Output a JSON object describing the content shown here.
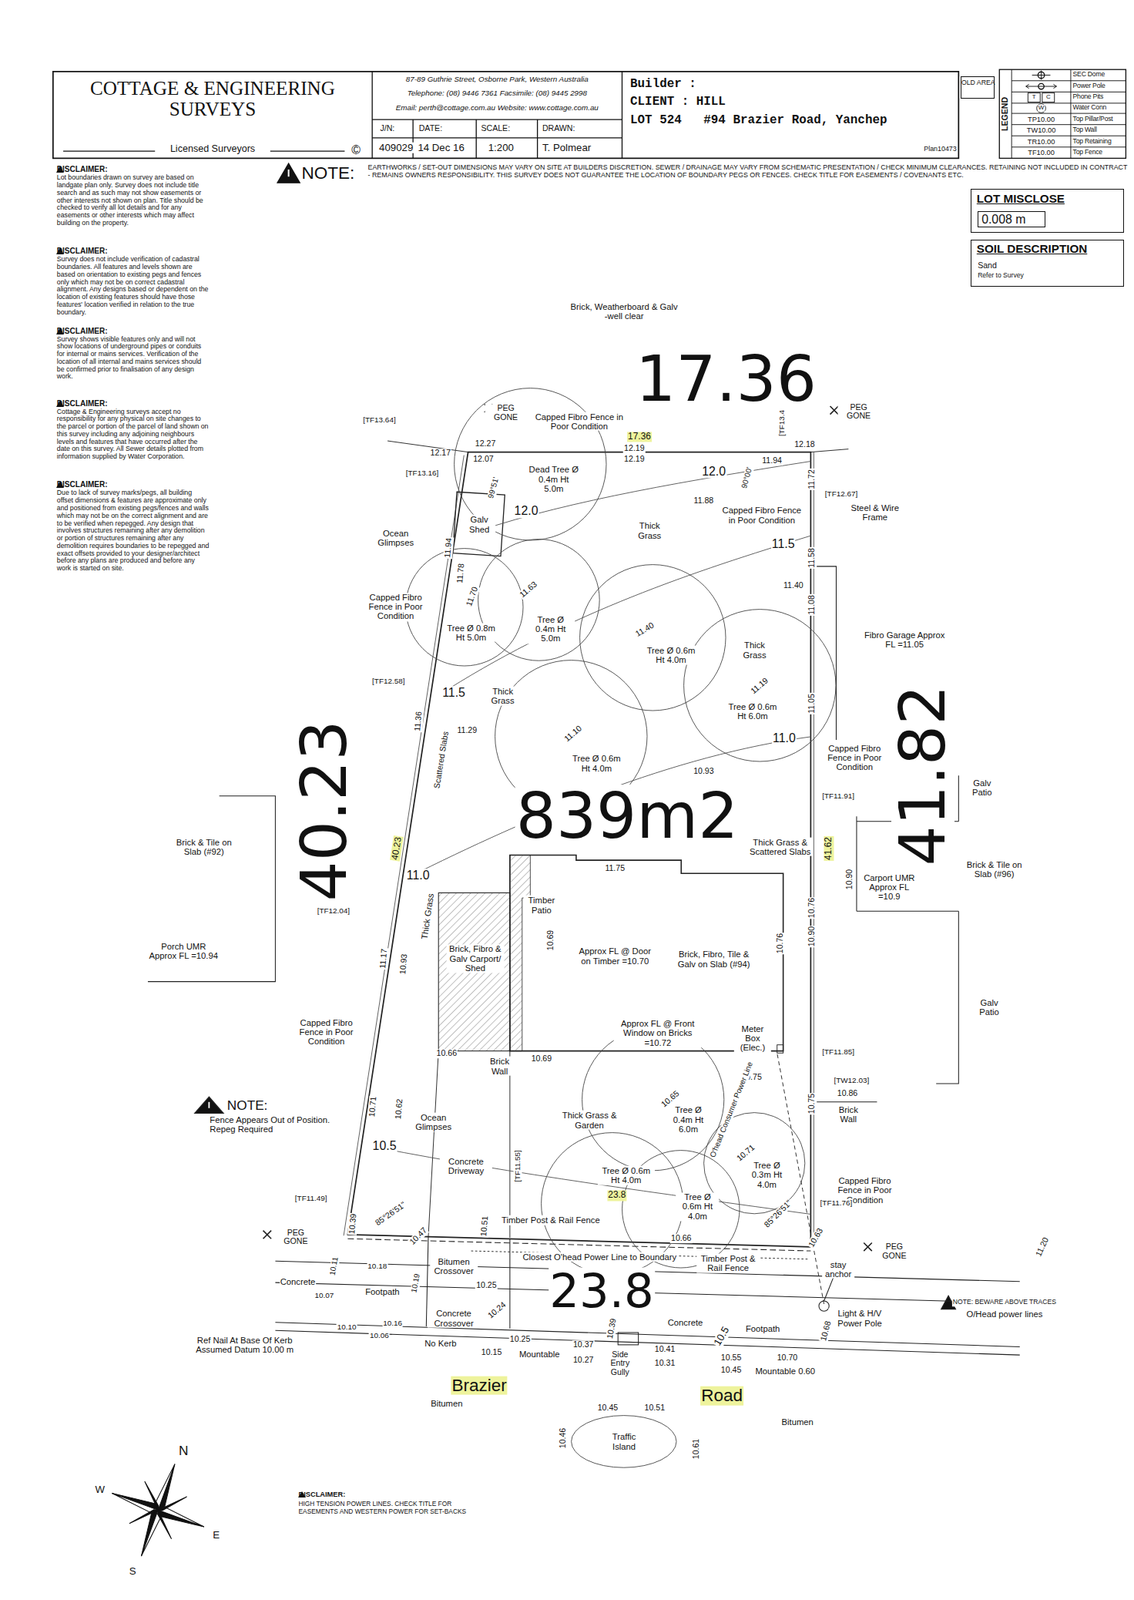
{
  "diagram": {
    "nodes": [
      {
        "text": [
          "COTTAGE & ENGINEERING SURVEYS",
          "Licensed Surveyors"
        ]
      },
      {
        "text": [
          "87-89 Guthrie Street, Osborne Park, Western Australia",
          "Telephone: (08) 9446 7361  Facsimile: (08) 9445 2998",
          "Email: perth@cottage.com.au  Website: www.cottage.com.au"
        ]
      },
      {
        "text": [
          "Builder :",
          "CLIENT : HILL",
          "LOT 524   #94 Brazier Road, Yanchep",
          "Plan10473"
        ]
      },
      {
        "text": [
          "OLD AREA"
        ]
      },
      {
        "text": [
          "LOT MISCLOSE",
          "0.008 m"
        ]
      },
      {
        "text": [
          "SOIL DESCRIPTION",
          "Sand",
          "Refer to Survey"
        ]
      },
      {
        "text": [
          "Dead Tree Ø 0.4m Ht 5.0m"
        ]
      },
      {
        "text": [
          "Tree Ø 0.8m Ht 5.0m"
        ]
      },
      {
        "text": [
          "Tree Ø 0.4m Ht 5.0m"
        ]
      },
      {
        "text": [
          "Tree Ø 0.6m Ht 4.0m"
        ]
      },
      {
        "text": [
          "Tree Ø 0.6m Ht 6.0m"
        ]
      },
      {
        "text": [
          "Tree Ø 0.6m Ht 4.0m"
        ]
      },
      {
        "text": [
          "Tree Ø 0.4m Ht 6.0m"
        ]
      },
      {
        "text": [
          "Tree Ø 0.6m Ht 4.0m"
        ]
      },
      {
        "text": [
          "Tree Ø 0.6m Ht 4.0m"
        ]
      },
      {
        "text": [
          "Tree Ø 0.3m Ht 4.0m"
        ]
      },
      {
        "text": [
          "Traffic Island"
        ]
      }
    ],
    "labels": [
      "©",
      "J/N:",
      "409029",
      "DATE:",
      "14 Dec 16",
      "SCALE:",
      "1:200",
      "DRAWN:",
      "T. Polmear",
      "LEGEND",
      "T",
      "C",
      "W",
      "TP10.00",
      "TW10.00",
      "TR10.00",
      "TF10.00",
      "NOTE:",
      "EARTHWORKS / SET-OUT DIMENSIONS MAY VARY ON SITE AT BUILDERS DISCRETION. SEWER / DRAINAGE MAY VARY FROM SCHEMATIC PRESENTATION / CHECK MINIMUM CLEARANCES. RETAINING NOT INCLUDED IN CONTRACT - REMAINS OWNERS RESPONSIBILITY. THIS SURVEY DOES NOT GUARANTEE THE LOCATION OF BOUNDARY PEGS OR FENCES. CHECK TITLE FOR EASEMENTS / COVENANTS ETC.",
      "DISCLAIMER:",
      "Lot boundaries drawn on survey are based on landgate plan only. Survey does not include title search and as such may not show easements or other interests not shown on plan. Title should be checked to verify all lot details and for any easements or other interests which may affect building on the property.",
      "DISCLAIMER:",
      "Survey does not include verification of cadastral boundaries. All features and levels shown are based on orientation to existing pegs and fences only which may not be on correct cadastral alignment. Any designs based or dependent on the location of existing features should have those features' location verified in relation to the true boundary.",
      "DISCLAIMER:",
      "Survey shows visible features only and will not show locations of underground pipes or conduits for internal or mains services. Verification of the location of all internal and mains services should be confirmed prior to finalisation of any design work.",
      "DISCLAIMER:",
      "Cottage & Engineering surveys accept no responsibility for any physical on site changes to the parcel or portion of the parcel of land shown on this survey including any adjoining neighbours levels and features that have occurred after the date on this survey. All Sewer details plotted from information supplied by Water Corporation.",
      "DISCLAIMER:",
      "Due to lack of survey marks/pegs, all building offset dimensions & features are approximate only and positioned from existing pegs/fences and walls which may not be on the correct alignment and are to be verified when repegged. Any design that involves structures remaining after any demolition or portion of structures remaining after any demolition requires boundaries to be repegged and exact offsets provided to your designer/architect before any plans are produced and before any work is started on site.",
      "Brick, Weatherboard & Galv -well clear",
      "17.36",
      "PEG GONE",
      "Capped Fibro Fence in Poor Condition",
      "PEG GONE",
      "[TF13.64]",
      "[TF13.4",
      "12.17",
      "12.27",
      "12.07",
      "17.36",
      "12.19",
      "12.19",
      "12.18",
      "11.94",
      "90°00'",
      "12.0",
      "11.88",
      "[TF13.16]",
      "99°51'",
      "12.0",
      "Galv Shed",
      "11.72",
      "[TF12.67]",
      "Steel & Wire Frame",
      "Capped Fibro Fence in Poor Condition",
      "Thick Grass",
      "Ocean Glimpses",
      "11.94",
      "11.78",
      "11.5",
      "11.58",
      "11.70",
      "11.63",
      "11.40",
      "11.08",
      "11.40",
      "Capped Fibro Fence in Poor Condition",
      "Thick Grass",
      "Fibro Garage Approx FL =11.05",
      "[TF12.58]",
      "11.5",
      "Thick Grass",
      "11.19",
      "11.05",
      "40.23",
      "11.36",
      "Scattered Slabs",
      "11.29",
      "11.10",
      "11.0",
      "Capped Fibro Fence in Poor Condition",
      "Galv Patio",
      "[TF11.91]",
      "839m2",
      "10.93",
      "Thick Grass & Scattered Slabs",
      "11.75",
      "40.23",
      "41.62",
      "41.82",
      "10.90",
      "Carport UMR Approx FL =10.9",
      "Brick & Tile on Slab (#96)",
      "Brick & Tile on Slab (#92)",
      "11.0",
      "Thick Grass",
      "Timber Patio",
      "[TF12.04]",
      "11.17",
      "10.93",
      "Brick, Fibro & Galv Carport/ Shed",
      "10.69",
      "Approx FL @ Door on Timber =10.70",
      "Brick, Fibro, Tile & Galv on Slab (#94)",
      "10.76",
      "10.76",
      "10.90",
      "Porch UMR Approx FL =10.94",
      "Galv Patio",
      "Approx FL @ Front Window on Bricks =10.72",
      "Meter Box (Elec.)",
      "10.66",
      "Brick Wall",
      "10.69",
      "10.75",
      "[TF11.85]",
      "[TW12.03]",
      "10.86",
      "Capped Fibro Fence in Poor Condition",
      "NOTE:",
      "Fence Appears Out of Position. Repeg Required",
      "10.71",
      "10.62",
      "Ocean Glimpses",
      "Thick Grass & Garden",
      "10.65",
      "O'head Consumer Power Line",
      "Brick Wall",
      "10.75",
      "10.5",
      "Concrete Driveway",
      "10.71",
      "[TF11.55]",
      "Capped Fibro Fence in Poor Condition",
      "[TF11.49]",
      "85°26'51\"",
      "85°26'51\"",
      "Timber Post & Rail Fence",
      "23.8",
      "10.66",
      "[TF11.76]",
      "10.39",
      "10.47",
      "10.51",
      "10.63",
      "Closest O'head Power Line to Boundary",
      "Timber Post & Rail Fence",
      "stay anchor",
      "11.20",
      "23.8",
      "PEG GONE",
      "PEG GONE",
      "Bitumen Crossover",
      "10.25",
      "Concrete",
      "Footpath",
      "10.11",
      "10.07",
      "10.18",
      "10.19",
      "Concrete Crossover",
      "10.24",
      "Light & H/V Power Pole",
      "NOTE: BEWARE ABOVE TRACES",
      "O/Head power lines",
      "10.10",
      "10.16",
      "10.06",
      "Ref Nail At Base Of Kerb Assumed Datum 10.00 m",
      "No Kerb",
      "10.25",
      "10.15",
      "Mountable",
      "10.37",
      "10.27",
      "Side Entry Gully",
      "10.39",
      "10.41",
      "10.31",
      "Concrete",
      "Footpath",
      "10.5",
      "10.55",
      "10.45",
      "10.70",
      "Mountable 0.60",
      "10.68",
      "Brazier",
      "Road",
      "Bitumen",
      "Bitumen",
      "10.45",
      "10.51",
      "10.46",
      "10.61",
      "N",
      "W",
      "E",
      "S",
      "DISCLAIMER:",
      "HIGH TENSION POWER LINES. CHECK TITLE FOR EASEMENTS AND WESTERN POWER FOR SET-BACKS"
    ],
    "legend": [
      {
        "text": "SEC Dome"
      },
      {
        "text": "Power Pole"
      },
      {
        "text": "Phone Pits"
      },
      {
        "text": "Water Conn"
      },
      {
        "text": "Top Pillar/Post"
      },
      {
        "text": "Top Wall"
      },
      {
        "text": "Top Retaining"
      },
      {
        "text": "Top Fence"
      }
    ]
  }
}
